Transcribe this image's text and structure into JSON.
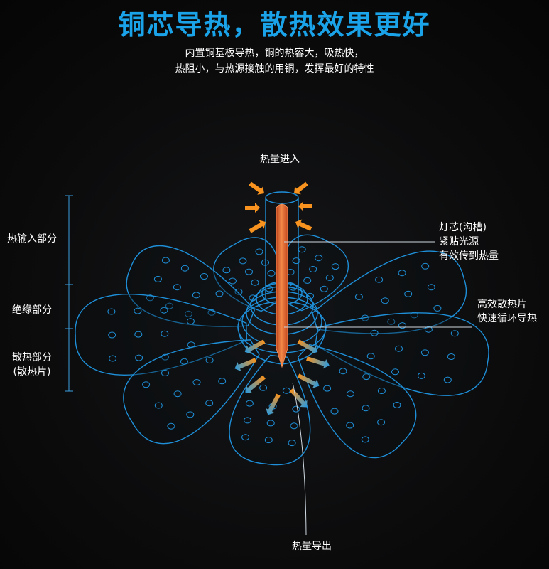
{
  "header": {
    "title": "铜芯导热，散热效果更好",
    "subtitle_line1": "内置铜基板导热，铜的热容大，吸热快，",
    "subtitle_line2": "热阻小，与热源接触的用铜，发挥最好的特性"
  },
  "labels": {
    "heat_in": "热量进入",
    "heat_out": "热量导出",
    "core_line1": "灯芯(沟槽)",
    "core_line2": "紧贴光源",
    "core_line3": "有效传到热量",
    "fin_line1": "高效散热片",
    "fin_line2": "快速循环导热",
    "section_input": "热输入部分",
    "section_insulation": "绝缘部分",
    "section_dissipation_line1": "散热部分",
    "section_dissipation_line2": "(散热片)"
  },
  "colors": {
    "title": "#1aa3e8",
    "outline": "#1e8fd8",
    "copper": "#e8622a",
    "arrow_in": "#f7931e",
    "arrow_out": "#2a9be0"
  }
}
